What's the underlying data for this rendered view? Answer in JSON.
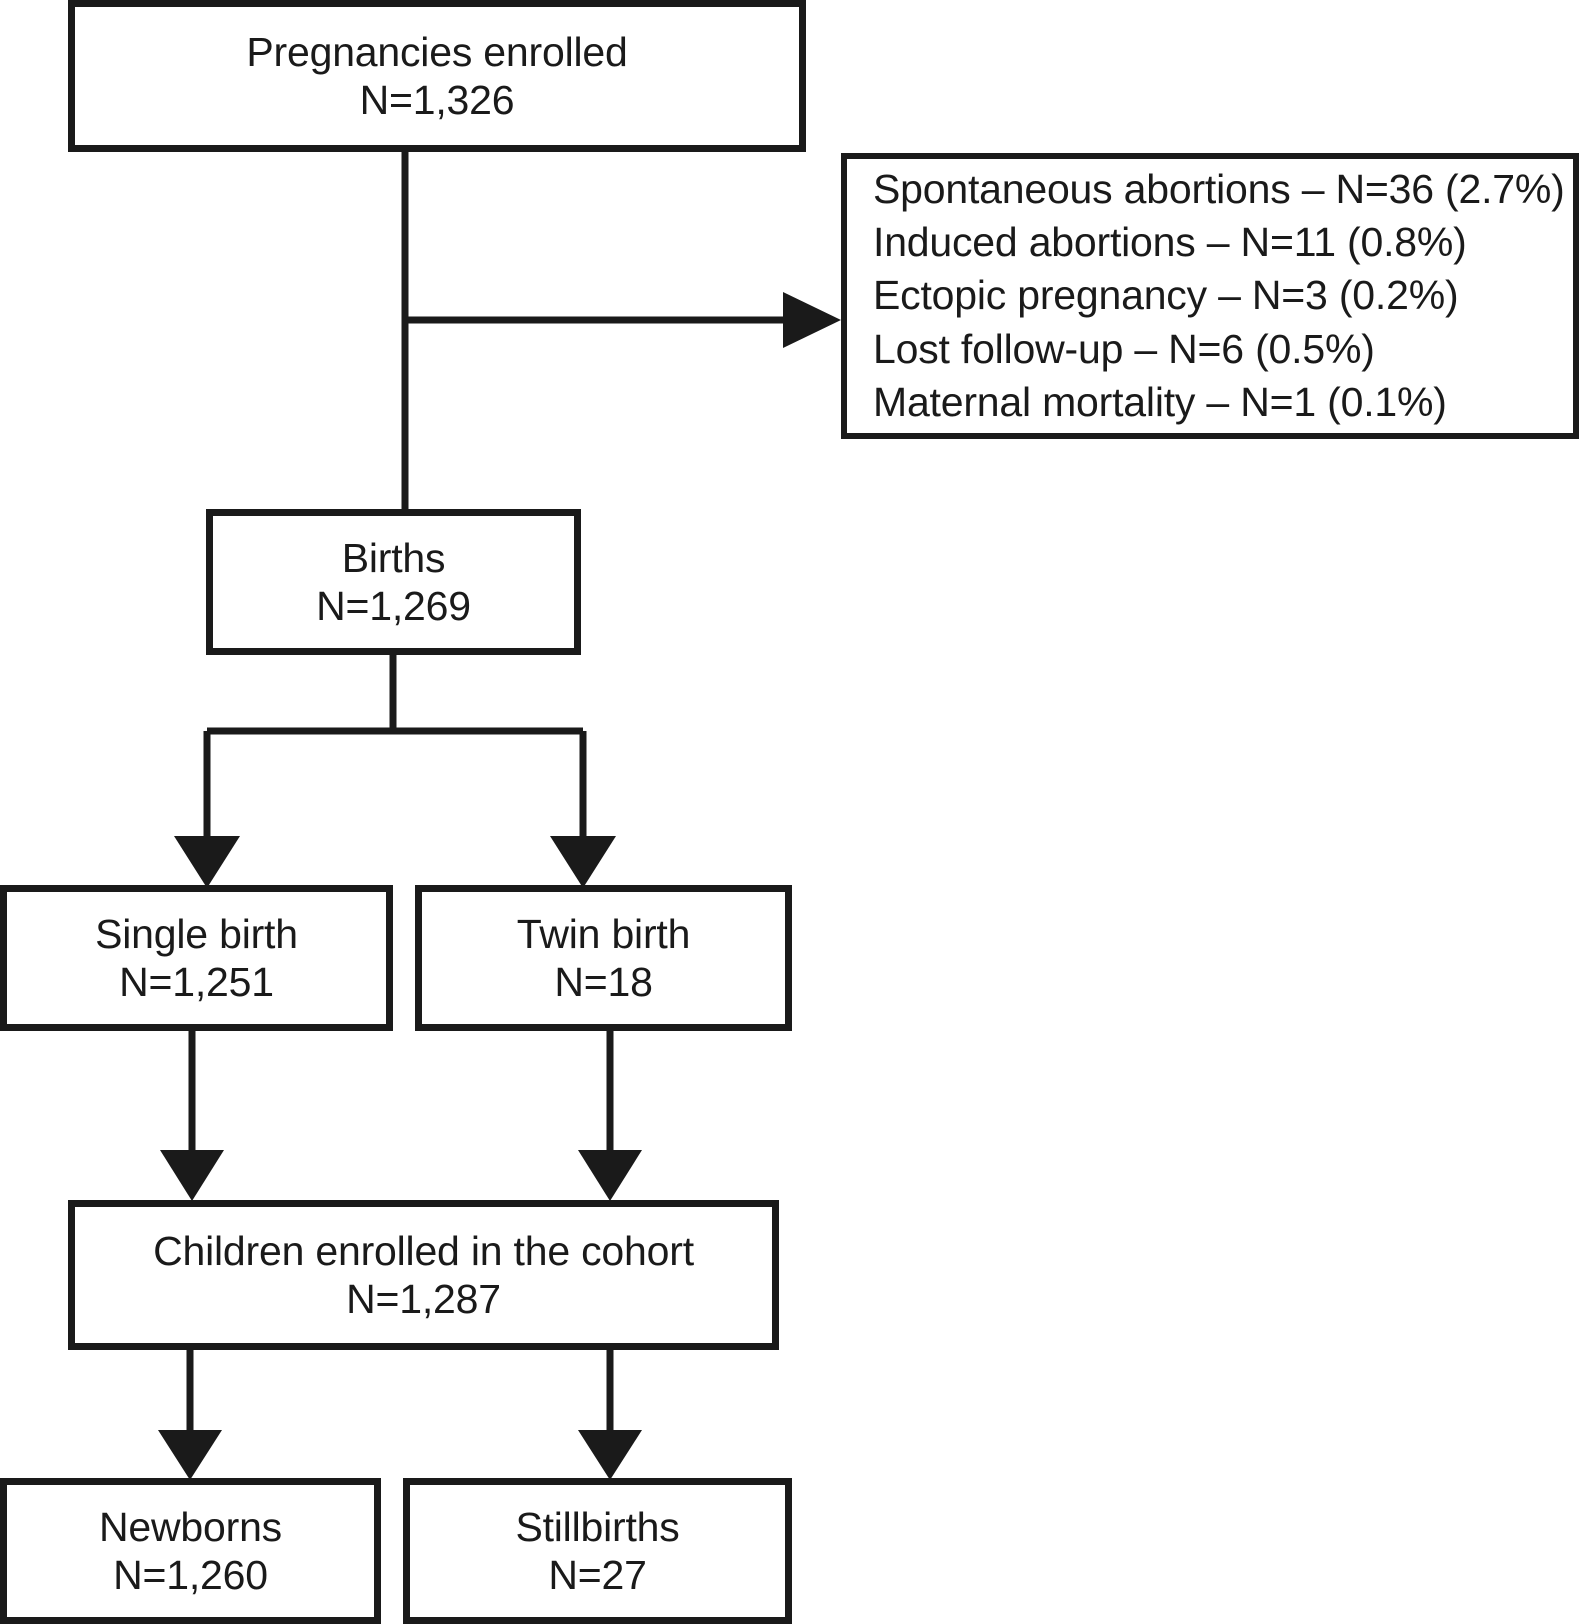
{
  "figure": {
    "type": "flowchart",
    "orientation": "top-down",
    "line_color": "#1a1a1a",
    "background_color": "#ffffff"
  },
  "nodes": {
    "pregnancies": {
      "label": "Pregnancies enrolled",
      "count": "N=1,326"
    },
    "births": {
      "label": "Births",
      "count": "N=1,269"
    },
    "single_birth": {
      "label": "Single birth",
      "count": "N=1,251"
    },
    "twin_birth": {
      "label": "Twin birth",
      "count": "N=18"
    },
    "children": {
      "label": "Children enrolled in the cohort",
      "count": "N=1,287"
    },
    "newborns": {
      "label": "Newborns",
      "count": "N=1,260"
    },
    "stillbirths": {
      "label": "Stillbirths",
      "count": "N=27"
    }
  },
  "exclusions": {
    "items": [
      "Spontaneous abortions – N=36 (2.7%)",
      "Induced abortions – N=11 (0.8%)",
      "Ectopic pregnancy – N=3 (0.2%)",
      "Lost follow-up – N=6 (0.5%)",
      "Maternal mortality – N=1 (0.1%)"
    ]
  },
  "connectors": [
    {
      "from": "pregnancies",
      "to": "exclusions",
      "style": "elbow-right-arrow"
    },
    {
      "from": "pregnancies",
      "to": "births",
      "style": "straight-down"
    },
    {
      "from": "births",
      "to": "single_birth",
      "style": "split-down-arrow"
    },
    {
      "from": "births",
      "to": "twin_birth",
      "style": "split-down-arrow"
    },
    {
      "from": "single_birth",
      "to": "children",
      "style": "straight-down-arrow"
    },
    {
      "from": "twin_birth",
      "to": "children",
      "style": "straight-down-arrow"
    },
    {
      "from": "children",
      "to": "newborns",
      "style": "split-down-arrow"
    },
    {
      "from": "children",
      "to": "stillbirths",
      "style": "split-down-arrow"
    }
  ]
}
